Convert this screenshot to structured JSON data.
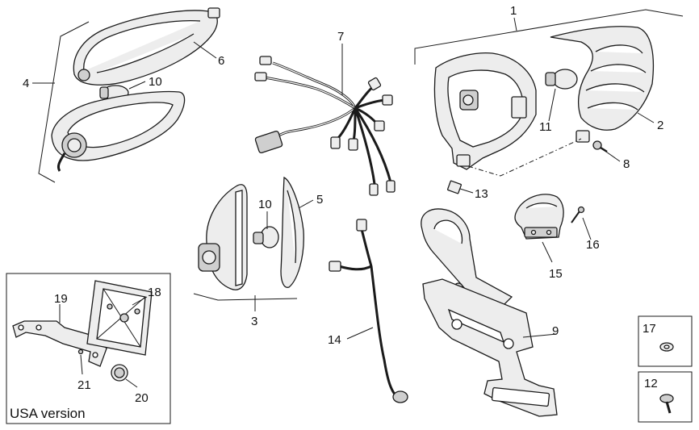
{
  "callouts": {
    "c1": "1",
    "c2": "2",
    "c3": "3",
    "c4": "4",
    "c5": "5",
    "c6": "6",
    "c7": "7",
    "c8": "8",
    "c9": "9",
    "c10a": "10",
    "c10b": "10",
    "c11": "11",
    "c12": "12",
    "c13": "13",
    "c14": "14",
    "c15": "15",
    "c16": "16",
    "c17": "17",
    "c18": "18",
    "c19": "19",
    "c20": "20",
    "c21": "21"
  },
  "inset": {
    "usa_label": "USA version"
  },
  "colors": {
    "line": "#1a1a1a",
    "fill": "#ededed",
    "shade": "#cfcfcf"
  }
}
